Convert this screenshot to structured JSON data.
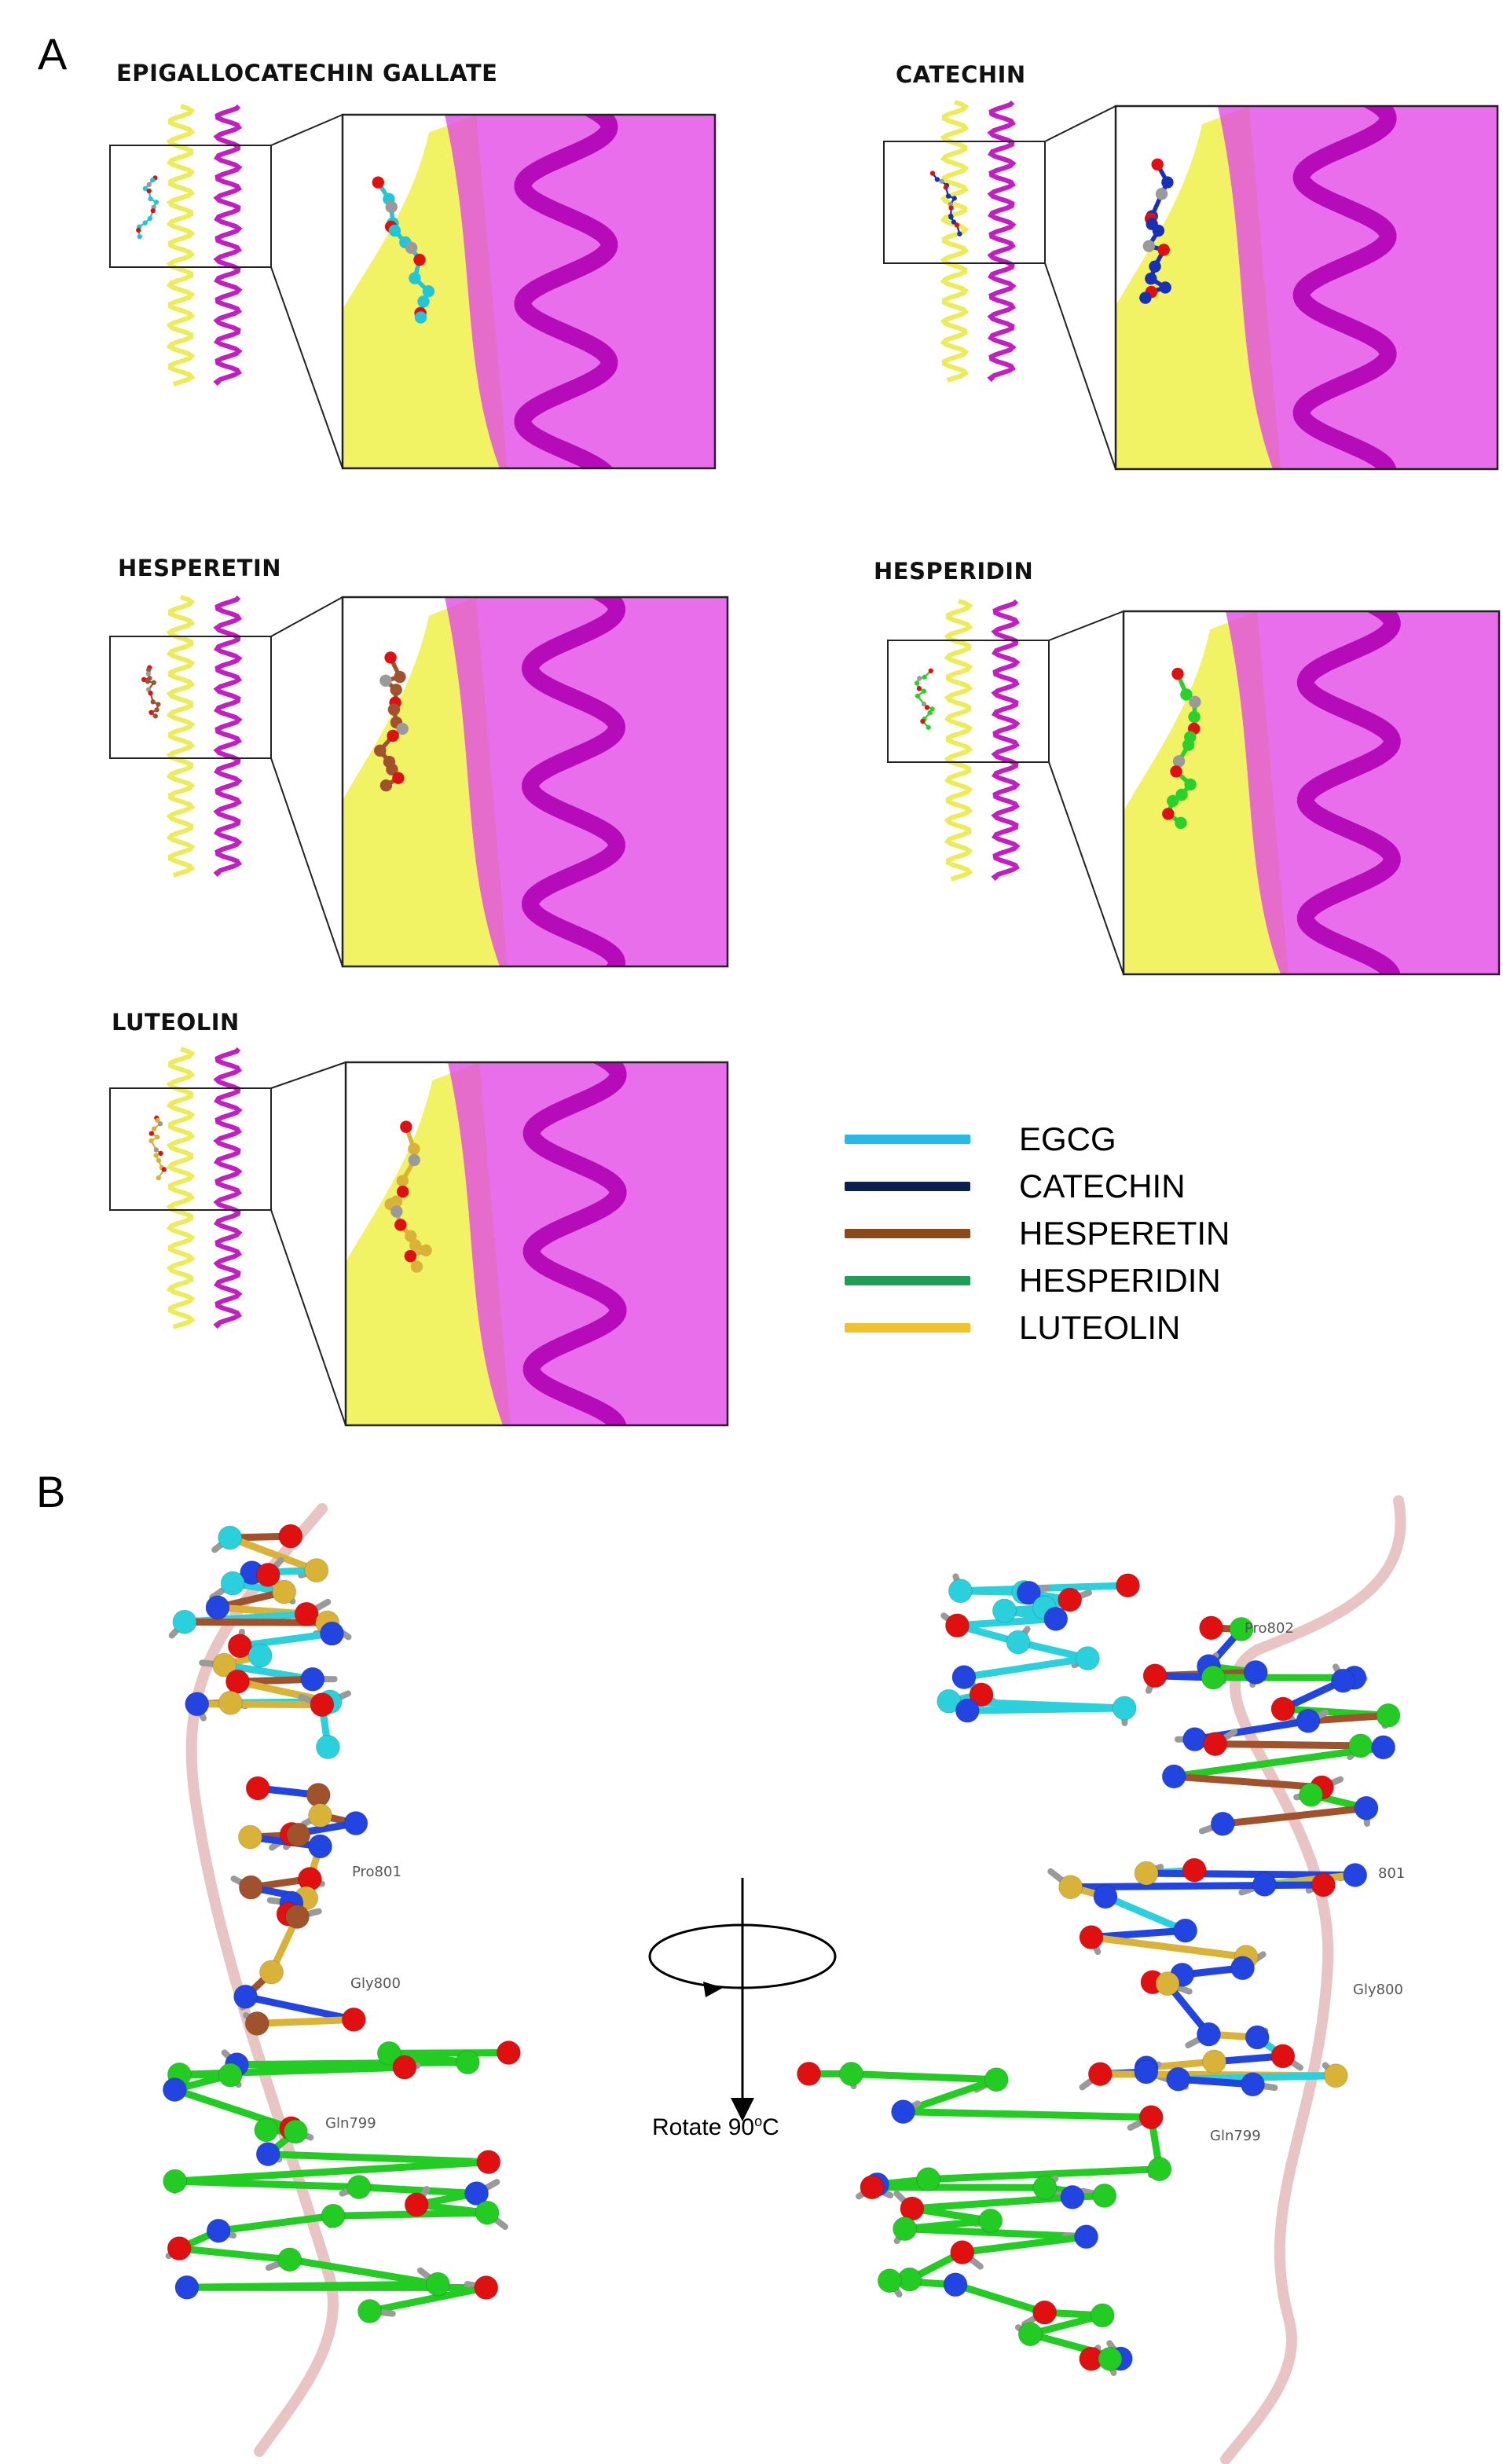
{
  "panels": {
    "a_label": "A",
    "b_label": "B"
  },
  "compounds": [
    {
      "title": "EPIGALLOCATECHIN GALLATE",
      "ligand_color": "#22c6d6"
    },
    {
      "title": "CATECHIN",
      "ligand_color": "#1730b8"
    },
    {
      "title": "HESPERETIN",
      "ligand_color": "#a0522d"
    },
    {
      "title": "HESPERIDIN",
      "ligand_color": "#2ad12a"
    },
    {
      "title": "LUTEOLIN",
      "ligand_color": "#d9b338"
    }
  ],
  "legend": [
    {
      "label": "EGCG",
      "color": "#28b9e6"
    },
    {
      "label": "CATECHIN",
      "color": "#0d1f4f"
    },
    {
      "label": "HESPERETIN",
      "color": "#8b4a1c"
    },
    {
      "label": "HESPERIDIN",
      "color": "#1f9e58"
    },
    {
      "label": "LUTEOLIN",
      "color": "#f2c12e"
    }
  ],
  "panel_b": {
    "rotate_text": "Rotate 90",
    "rotate_superscript": "o",
    "rotate_unit": "C",
    "residues_left": [
      "Pro801",
      "Gly800",
      "Gln799"
    ],
    "residues_right": [
      "Pro802",
      "801",
      "Gly800",
      "Gln799"
    ]
  },
  "colors": {
    "helix_yellow": "#ecec5a",
    "helix_magenta": "#c21ec2",
    "surface_yellow": "#f0f04a",
    "surface_magenta": "#e24ae6",
    "backbone_pink": "#e8c4c4",
    "oxygen": "#e01010",
    "hydrogen": "#9a9a9a",
    "nitrogen": "#2244e0",
    "carbon_green": "#22cc22",
    "carbon_cyan": "#2ad0dc"
  }
}
